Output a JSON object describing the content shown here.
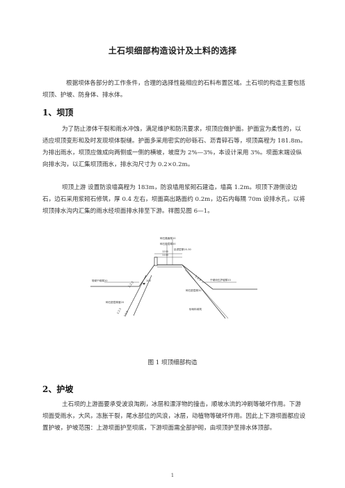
{
  "title": "土石坝细部构造设计及土料的选择",
  "intro": "根据坝体各部分的工作条件，合理的选择性能相应的石料布置区域。土石坝的构造主要包括坝顶、护坡、防身体、排水体。",
  "section1": {
    "heading": "1、坝顶",
    "para1": "为了防止渗体干裂和雨水冲蚀，满足维护和防汛要求，坝顶应做护面。护面宜为柔性的，以适应坝顶变形和及时发现坝体裂缝。护面多采用密实的砂砾石、沥青碎石等，坝顶高程为 181.8m。为排出雨水，坝顶应做成向两侧或一侧的横坡，坡度为 2%—3%，本设计采用 3%。坝面末端设纵向排水沟，以汇集坝顶雨水，排水沟尺寸为 0.2×0.2m。",
    "para2": "坝顶上游 设置防浪墙高程为 183m，防浪墙用浆砌石建造，墙高 1.2m。坝顶下游侧设边石，边石采用浆砌石修筑，厚 0.4 左右，坝面高出路面约 0.2m，边石内每隔 70m 设排水孔，以将坝顶排水沟内汇集的雨水经坝面排水排至下游。祥图见图 6—1。"
  },
  "figure": {
    "caption": "图 1 坝顶细部构造",
    "labels": {
      "top1": "碎石路面厚20",
      "top2": "碎石垫层厚20",
      "mid1": "反滤层厚20-30",
      "dim1": "1200",
      "dim2": "1100",
      "dim3": "100",
      "left_lbl": "堆砌干砌厚20",
      "slope_up": "1:2.5",
      "slope_down": "1:2.0",
      "right_lbl": "干砌块石护坡厚20",
      "mid2": "碎石垫层厚20",
      "bot_left": "碎石垫层厚度20",
      "bot_right": "砂砾料填筑",
      "diag1": "1:2.5",
      "diag2": "1:2.0"
    }
  },
  "section2": {
    "heading": "2、护坡",
    "para1": "土石坝的上游面要承受波浪淘刷，冰层和漂浮物的撞击，顺坡水流的冲刷等破坏作用。下游坝面受雨水，大风，冻胀干裂，尾水部位的风浪，冰层，动植物等破坏作用。因此上下游坝面都应设置护坡，护坡范围：上游坝面护至坝底，下游坝面需全部护砌，由坝顶护至排水体顶部。"
  },
  "page_number": "1"
}
